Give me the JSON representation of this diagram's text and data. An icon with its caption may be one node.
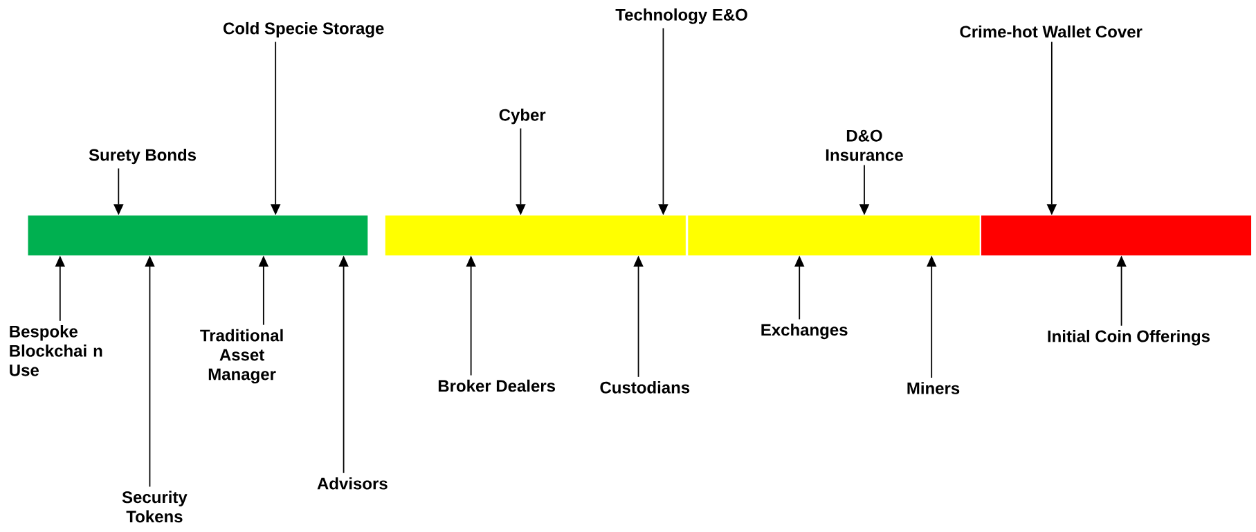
{
  "diagram": {
    "nodes": [
      {
        "text": [
          "Surety Bonds"
        ]
      },
      {
        "text": [
          "Cold Specie Storage"
        ]
      },
      {
        "text": [
          "Cyber"
        ]
      },
      {
        "text": [
          "Technology E&O"
        ]
      },
      {
        "text": [
          "D&O Insurance"
        ]
      },
      {
        "text": [
          "Crime-hot Wallet Cover"
        ]
      },
      {
        "text": [],
        "shape": "bar"
      },
      {
        "text": [],
        "shape": "bar"
      },
      {
        "text": [],
        "shape": "bar"
      },
      {
        "text": [],
        "shape": "bar"
      },
      {
        "text": [
          "Bespoke Blockchai n Use"
        ]
      },
      {
        "text": [
          "Security Tokens"
        ]
      },
      {
        "text": [
          "Traditional Asset Manager"
        ]
      },
      {
        "text": [
          "Advisors"
        ]
      },
      {
        "text": [
          "Broker Dealers"
        ]
      },
      {
        "text": [
          "Custodians"
        ]
      },
      {
        "text": [
          "Exchanges"
        ]
      },
      {
        "text": [
          "Miners"
        ]
      },
      {
        "text": [
          "Initial Coin Offerings"
        ]
      }
    ],
    "edges": [
      {
        "from": 0,
        "to": 6,
        "arrow": "to"
      },
      {
        "from": 1,
        "to": 6,
        "arrow": "to"
      },
      {
        "from": 2,
        "to": 7,
        "arrow": "to"
      },
      {
        "from": 3,
        "to": 7,
        "arrow": "to"
      },
      {
        "from": 4,
        "to": 8,
        "arrow": "to"
      },
      {
        "from": 5,
        "to": 9,
        "arrow": "to"
      },
      {
        "from": 10,
        "to": 6,
        "arrow": "to"
      },
      {
        "from": 11,
        "to": 6,
        "arrow": "to"
      },
      {
        "from": 12,
        "to": 6,
        "arrow": "to"
      },
      {
        "from": 13,
        "to": 6,
        "arrow": "to"
      },
      {
        "from": 14,
        "to": 7,
        "arrow": "to"
      },
      {
        "from": 15,
        "to": 7,
        "arrow": "to"
      },
      {
        "from": 16,
        "to": 8,
        "arrow": "to"
      },
      {
        "from": 17,
        "to": 8,
        "arrow": "to"
      },
      {
        "from": 18,
        "to": 9,
        "arrow": "to"
      }
    ]
  }
}
